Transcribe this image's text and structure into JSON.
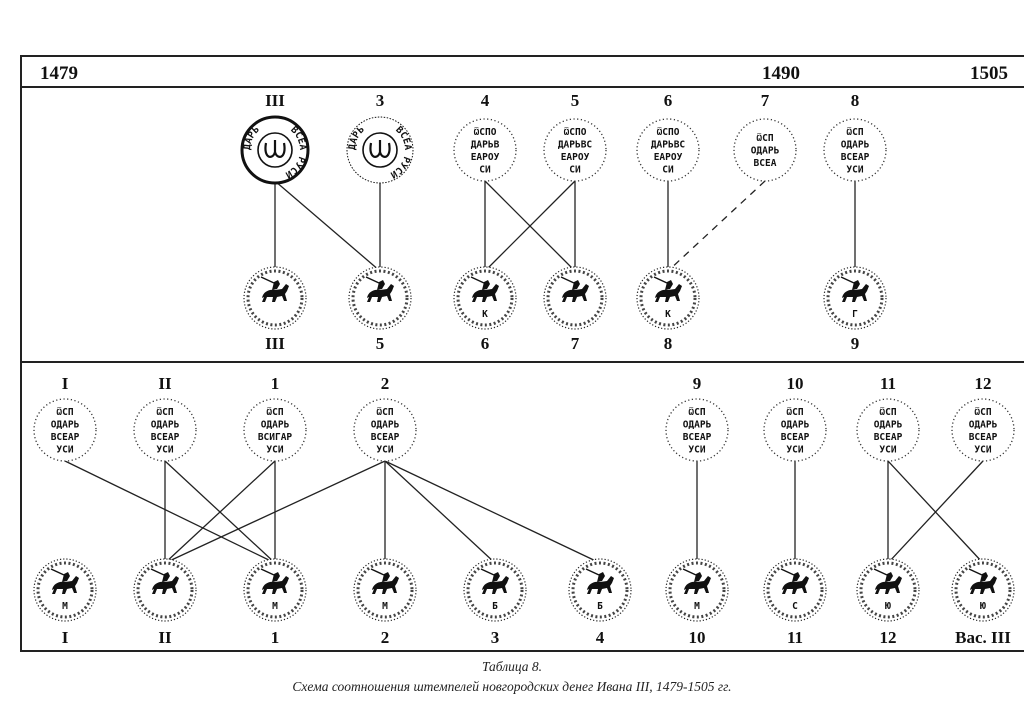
{
  "timeline": {
    "start": "1479",
    "mid": "1490",
    "end": "1505"
  },
  "upper": {
    "obverses": [
      {
        "label": "III",
        "legend": [
          "ОСПОДАРЬ",
          "ВСЕА РУСИ"
        ],
        "ring": true
      },
      {
        "label": "3",
        "legend": [
          "ОСПОДАРЬ",
          "ВСЕА РУСИ"
        ],
        "ring": true
      },
      {
        "label": "4",
        "legend": [
          "ѾСПО",
          "ДАРЬВ",
          "ЕАРОУ",
          "СИ"
        ]
      },
      {
        "label": "5",
        "legend": [
          "ѾСПО",
          "ДАРЬВС",
          "ЕАРОУ",
          "СИ"
        ]
      },
      {
        "label": "6",
        "legend": [
          "ѾСПО",
          "ДАРЬВС",
          "ЕАРОУ",
          "СИ"
        ]
      },
      {
        "label": "7",
        "legend": [
          "ѾСП",
          "ОДАРЬ",
          "ВСЕА"
        ]
      },
      {
        "label": "8",
        "legend": [
          "ѾСП",
          "ОДАРЬ",
          "ВСЕАР",
          "УСИ"
        ]
      }
    ],
    "reverses": [
      {
        "label": "III",
        "mint": ""
      },
      {
        "label": "5",
        "mint": ""
      },
      {
        "label": "6",
        "mint": "К"
      },
      {
        "label": "7",
        "mint": ""
      },
      {
        "label": "8",
        "mint": "К"
      },
      {
        "label": "9",
        "mint": "Г"
      }
    ],
    "links": [
      [
        0,
        0
      ],
      [
        0,
        1
      ],
      [
        1,
        1
      ],
      [
        2,
        2
      ],
      [
        2,
        3
      ],
      [
        3,
        2
      ],
      [
        3,
        3
      ],
      [
        4,
        4
      ],
      [
        6,
        5
      ]
    ],
    "dashed_links": [
      [
        5,
        4
      ]
    ]
  },
  "lower": {
    "obverses": [
      {
        "label": "I",
        "legend": [
          "ѾСП",
          "ОДАРЬ",
          "ВСЕАР",
          "УСИ"
        ]
      },
      {
        "label": "II",
        "legend": [
          "ѾСП",
          "ОДАРЬ",
          "ВСЕАР",
          "УСИ"
        ]
      },
      {
        "label": "1",
        "legend": [
          "ѾСП",
          "ОДАРЬ",
          "ВСИГАР",
          "УСИ"
        ]
      },
      {
        "label": "2",
        "legend": [
          "ѾСП",
          "ОДАРЬ",
          "ВСЕАР",
          "УСИ"
        ]
      },
      {
        "label": "9",
        "legend": [
          "ѾСП",
          "ОДАРЬ",
          "ВСЕАР",
          "УСИ"
        ]
      },
      {
        "label": "10",
        "legend": [
          "ѾСП",
          "ОДАРЬ",
          "ВСЕАР",
          "УСИ"
        ]
      },
      {
        "label": "11",
        "legend": [
          "ѾСП",
          "ОДАРЬ",
          "ВСЕАР",
          "УСИ"
        ]
      },
      {
        "label": "12",
        "legend": [
          "ѾСП",
          "ОДАРЬ",
          "ВСЕАР",
          "УСИ"
        ]
      }
    ],
    "reverses": [
      {
        "label": "I",
        "mint": "М"
      },
      {
        "label": "II",
        "mint": ""
      },
      {
        "label": "1",
        "mint": "М"
      },
      {
        "label": "2",
        "mint": "М"
      },
      {
        "label": "3",
        "mint": "Б"
      },
      {
        "label": "4",
        "mint": "Б"
      },
      {
        "label": "10",
        "mint": "М"
      },
      {
        "label": "11",
        "mint": "С"
      },
      {
        "label": "12",
        "mint": "Ю"
      },
      {
        "label": "Вас. III",
        "mint": "Ю"
      }
    ],
    "links": [
      [
        0,
        2
      ],
      [
        1,
        1
      ],
      [
        1,
        2
      ],
      [
        2,
        1
      ],
      [
        2,
        2
      ],
      [
        3,
        1
      ],
      [
        3,
        3
      ],
      [
        3,
        4
      ],
      [
        3,
        5
      ],
      [
        4,
        6
      ],
      [
        5,
        7
      ],
      [
        6,
        8
      ],
      [
        6,
        9
      ],
      [
        7,
        8
      ]
    ]
  },
  "caption": {
    "title": "Таблица 8.",
    "subtitle": "Схема соотношения штемпелей новгородских денег Ивана III, 1479-1505 гг."
  },
  "colors": {
    "ink": "#111111"
  }
}
